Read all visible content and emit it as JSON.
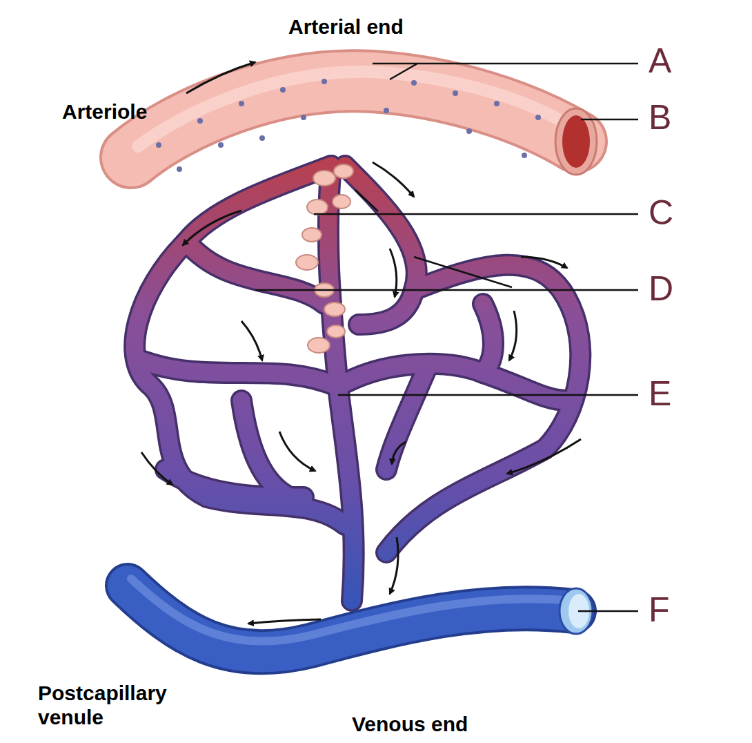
{
  "diagram": {
    "labels": [
      "Arterial end",
      "A",
      "Arteriole",
      "B",
      "C",
      "D",
      "E",
      "F",
      "Postcapillary venule",
      "Venous end"
    ]
  }
}
